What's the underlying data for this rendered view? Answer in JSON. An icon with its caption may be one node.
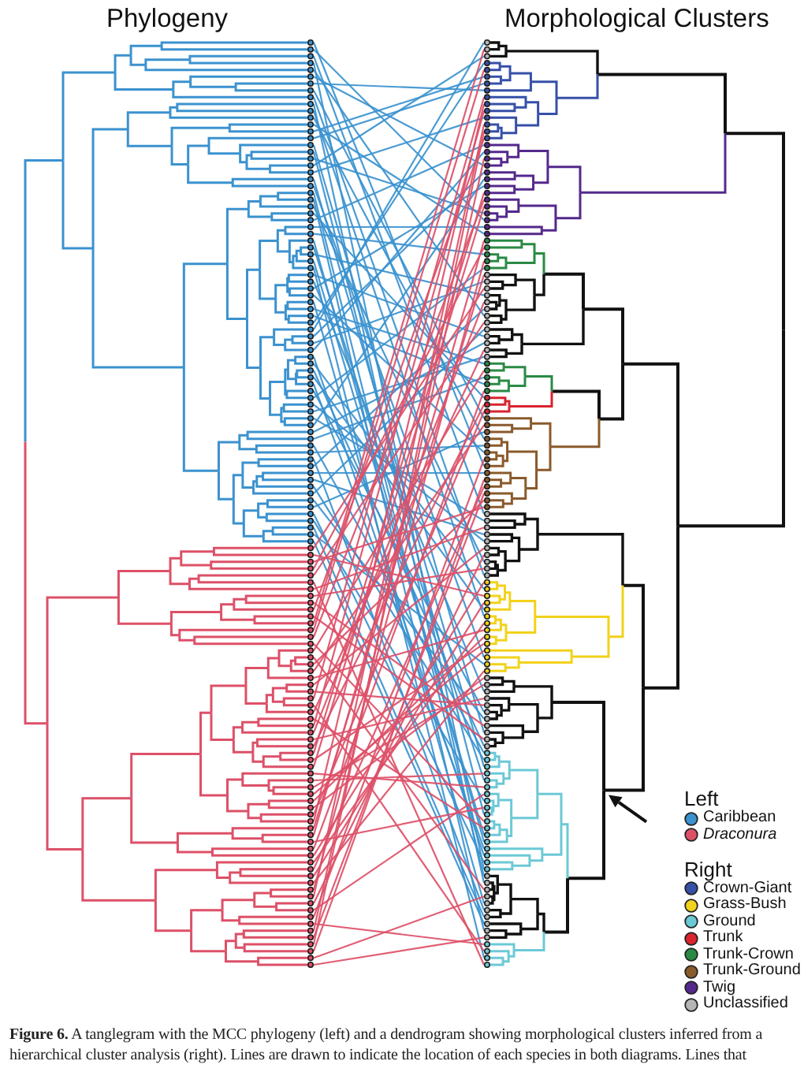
{
  "diagram": {
    "caption": "**Figure 6.** A tanglegram with the MCC phylogeny (left) and a dendrogram showing morphological clusters inferred from a hierarchical cluster analysis (right). Lines are drawn to indicate the location of each species in both diagrams. Lines that",
    "labels": [
      "Phylogeny",
      "Morphological Clusters",
      "Left",
      "Right"
    ],
    "legend": [
      {
        "text": "Caribbean",
        "color": "#3b92cf"
      },
      {
        "text": "Draconura",
        "color": "#dd5068"
      },
      {
        "text": "Crown-Giant",
        "color": "#3650a8"
      },
      {
        "text": "Grass-Bush",
        "color": "#f2d21b"
      },
      {
        "text": "Ground",
        "color": "#6cc9d6"
      },
      {
        "text": "Trunk",
        "color": "#d9242e"
      },
      {
        "text": "Trunk-Crown",
        "color": "#2a8a45"
      },
      {
        "text": "Trunk-Ground",
        "color": "#8a5a2b"
      },
      {
        "text": "Twig",
        "color": "#54298c"
      },
      {
        "text": "Unclassified",
        "color": "#b5b5b5"
      }
    ]
  }
}
